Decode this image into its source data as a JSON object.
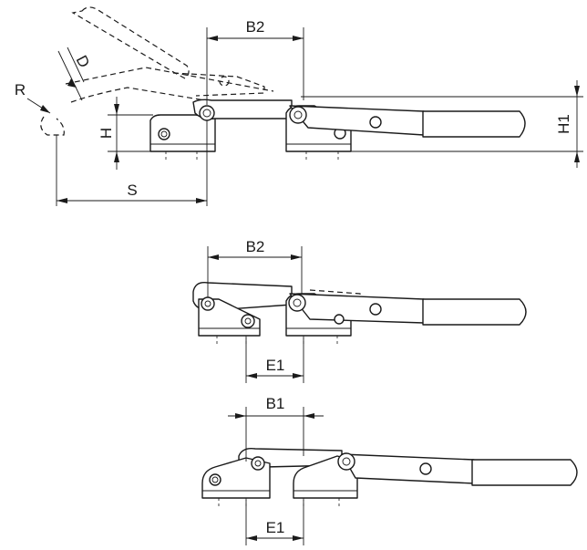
{
  "labels": {
    "b2_top": "B2",
    "d": "D",
    "r": "R",
    "h": "H",
    "h1": "H1",
    "s": "S",
    "b2_mid": "B2",
    "e1_mid": "E1",
    "b1_bot": "B1",
    "e1_bot": "E1"
  }
}
